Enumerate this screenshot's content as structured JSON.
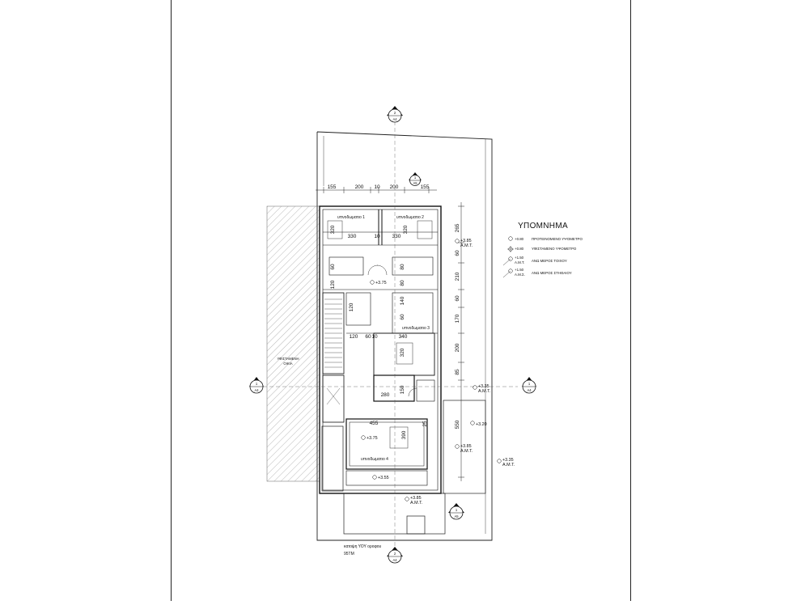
{
  "legend": {
    "title": "ΥΠΟΜΝΗΜΑ",
    "items": [
      {
        "level": "+0.80",
        "label": "ΠΡΟΤΕΙΝΟΜΕΝΟ ΥΨΟΜΕΤΡΟ"
      },
      {
        "level": "+0.80",
        "label": "ΥΦΙΣΤΑΜΕΝΟ ΥΨΟΜΕΤΡΟ"
      },
      {
        "level": "+1.50",
        "sub": "Α.Μ.Τ.",
        "label": "ΑΝΩ ΜΕΡΟΣ ΤΟΙΧΟΥ"
      },
      {
        "level": "+1.50",
        "sub": "Α.Μ.Σ.",
        "label": "ΑΝΩ ΜΕΡΟΣ ΣΤΗΘΑΙΟΥ"
      }
    ]
  },
  "section_marks": {
    "top": {
      "num": "2",
      "sheet": "A4"
    },
    "mid": {
      "num": "1",
      "sheet": "A5"
    },
    "left": {
      "num": "1",
      "sheet": "A4"
    },
    "right": {
      "num": "1",
      "sheet": "A4"
    },
    "bottom": {
      "num": "2",
      "sheet": "A4"
    },
    "small_bottom": {
      "num": "1",
      "sheet": "A5"
    }
  },
  "dims_top": [
    "155",
    "200",
    "10",
    "200",
    "155"
  ],
  "dims_right": [
    "265",
    "60",
    "210",
    "60",
    "170",
    "200",
    "85",
    "550"
  ],
  "dims_inner": {
    "d330a": "330",
    "d10": "10",
    "d330b": "330",
    "d320a": "320",
    "d320b": "320",
    "d120a": "120",
    "d60a": "60",
    "d120b": "120",
    "d120c": "120",
    "d60b": "60",
    "d10b": "10",
    "d340": "340",
    "d80a": "80",
    "d80b": "80",
    "d140": "140",
    "d60c": "60",
    "d320c": "320",
    "d150": "150",
    "d280": "280",
    "d455": "455",
    "d390": "390",
    "d25": "25"
  },
  "rooms": {
    "r1": "υπνοδωματιο 1",
    "r2": "υπνοδωματιο 2",
    "r3": "υπνοδωματιο 3",
    "r4": "υπνοδωματιο 4",
    "existing": "ΥΦΙΣΤΑΜΕΝΗ",
    "existing2": "ΟΙΚΙΑ"
  },
  "levels": {
    "l1": {
      "v": "+3.75"
    },
    "l2": {
      "v": "+3.85",
      "s": "Α.Μ.Τ."
    },
    "l3": {
      "v": "+3.35",
      "s": "Α.Μ.Τ."
    },
    "l4": {
      "v": "+3.20"
    },
    "l5": {
      "v": "+3.75"
    },
    "l6": {
      "v": "+3.85",
      "s": "Α.Μ.Τ."
    },
    "l7": {
      "v": "+3.35",
      "s": "Α.Μ.Τ."
    },
    "l8": {
      "v": "+3.55"
    },
    "l9": {
      "v": "+3.85",
      "s": "Α.Μ.Τ."
    }
  },
  "caption": {
    "title": "κατοψη ΥΟΥ οροφου",
    "area": "95ΤΜ"
  }
}
